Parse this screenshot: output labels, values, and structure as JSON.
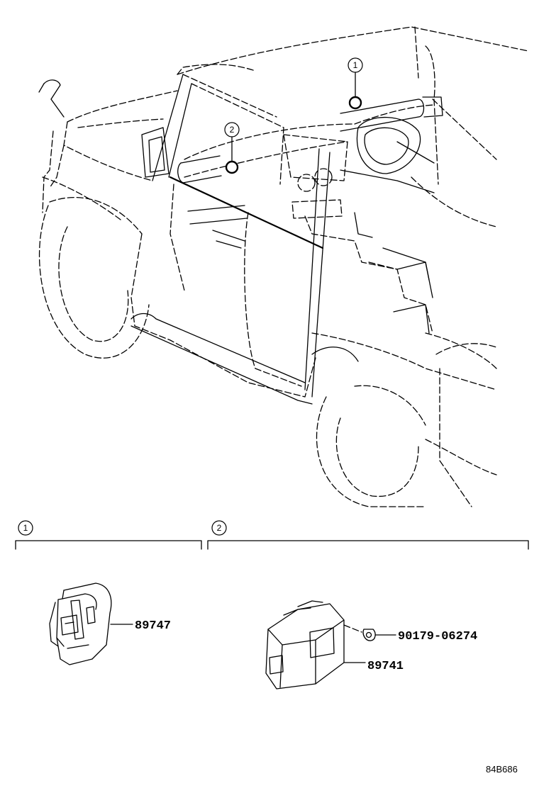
{
  "callouts": {
    "ref_1": "1",
    "ref_2": "2"
  },
  "sections": {
    "left_index": "1",
    "right_index": "2"
  },
  "parts": {
    "receiver": "89747",
    "control_unit": "89741",
    "nut": "90179-06274"
  },
  "figure_code": "84B686"
}
